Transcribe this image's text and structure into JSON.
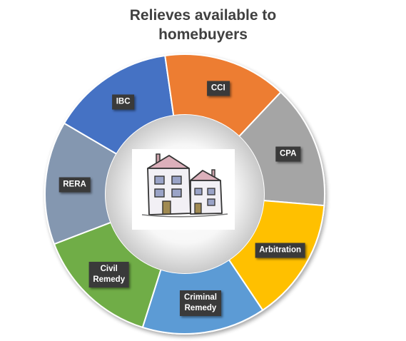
{
  "title": {
    "line1": "Relieves available to",
    "line2": "homebuyers"
  },
  "segments": [
    {
      "name": "RERA",
      "lines": [
        "RERA"
      ],
      "color": "#8497b0"
    },
    {
      "name": "IBC",
      "lines": [
        "IBC"
      ],
      "color": "#4472c4"
    },
    {
      "name": "CCI",
      "lines": [
        "CCI"
      ],
      "color": "#ed7d31"
    },
    {
      "name": "CPA",
      "lines": [
        "CPA"
      ],
      "color": "#a5a5a5"
    },
    {
      "name": "Arbitration",
      "lines": [
        "Arbitration"
      ],
      "color": "#ffc000"
    },
    {
      "name": "Criminal Remedy",
      "lines": [
        "Criminal",
        "Remedy"
      ],
      "color": "#5b9bd5"
    },
    {
      "name": "Civil Remedy",
      "lines": [
        "Civil",
        "Remedy"
      ],
      "color": "#70ad47"
    }
  ],
  "center_image": "house-icon"
}
